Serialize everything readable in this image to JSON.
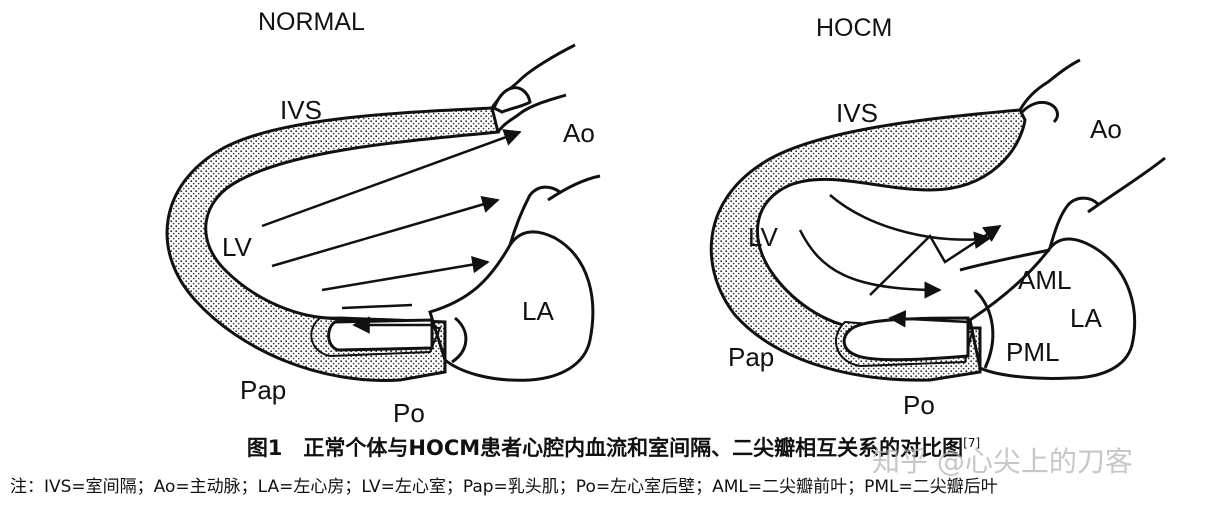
{
  "panels": {
    "normal": {
      "title": "NORMAL",
      "labels": {
        "ivs": "IVS",
        "ao": "Ao",
        "lv": "LV",
        "la": "LA",
        "pap": "Pap",
        "po": "Po"
      }
    },
    "hocm": {
      "title": "HOCM",
      "labels": {
        "ivs": "IVS",
        "ao": "Ao",
        "lv": "LV",
        "aml": "AML",
        "la": "LA",
        "pap": "Pap",
        "pml": "PML",
        "po": "Po"
      }
    }
  },
  "caption": {
    "text": "图1　正常个体与HOCM患者心腔内血流和室间隔、二尖瓣相互关系的对比图",
    "ref": "[7]"
  },
  "note": "注：IVS=室间隔；Ao=主动脉；LA=左心房；LV=左心室；Pap=乳头肌；Po=左心室后壁；AML=二尖瓣前叶；PML=二尖瓣后叶",
  "watermark": "知乎 @心尖上的刀客"
}
